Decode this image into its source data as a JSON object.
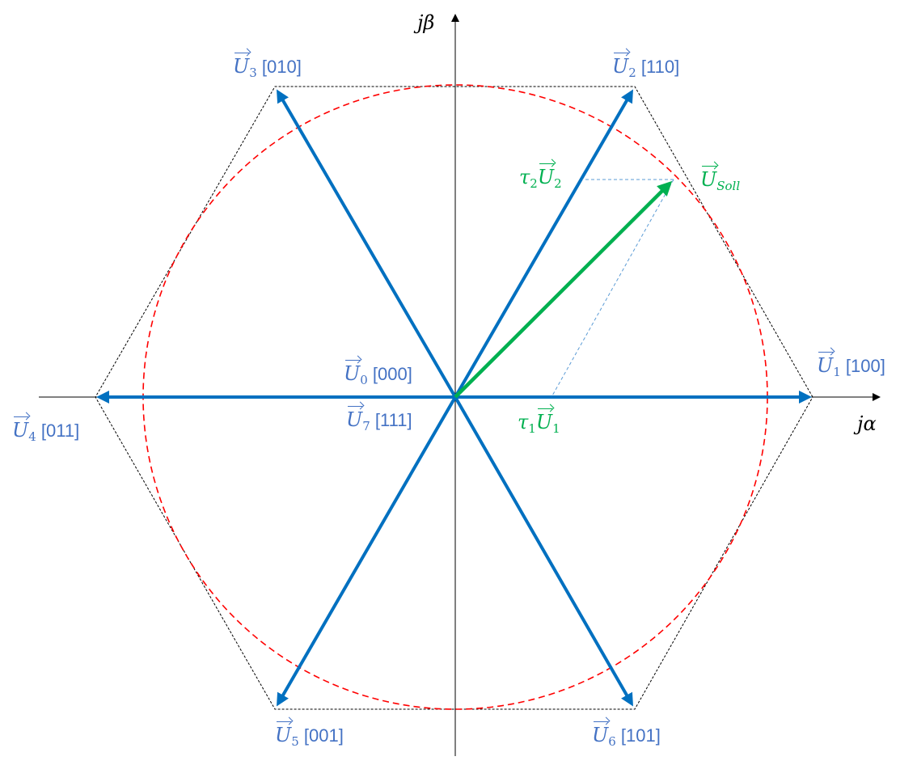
{
  "axes": {
    "vertical": "jβ",
    "horizontal": "jα"
  },
  "vectors": [
    {
      "id": "U1",
      "symbol": "U",
      "sub": "1",
      "code": "[100]"
    },
    {
      "id": "U2",
      "symbol": "U",
      "sub": "2",
      "code": "[110]"
    },
    {
      "id": "U3",
      "symbol": "U",
      "sub": "3",
      "code": "[010]"
    },
    {
      "id": "U4",
      "symbol": "U",
      "sub": "4",
      "code": "[011]"
    },
    {
      "id": "U5",
      "symbol": "U",
      "sub": "5",
      "code": "[001]"
    },
    {
      "id": "U6",
      "symbol": "U",
      "sub": "6",
      "code": "[101]"
    },
    {
      "id": "U0",
      "symbol": "U",
      "sub": "0",
      "code": "[000]"
    },
    {
      "id": "U7",
      "symbol": "U",
      "sub": "7",
      "code": "[111]"
    }
  ],
  "reference": {
    "symbol": "U",
    "sub": "Soll"
  },
  "components": [
    {
      "coef": "τ",
      "coef_sub": "1",
      "symbol": "U",
      "sub": "1"
    },
    {
      "coef": "τ",
      "coef_sub": "2",
      "symbol": "U",
      "sub": "2"
    }
  ],
  "colors": {
    "active_vector": "#0070C0",
    "label": "#4472C4",
    "reference": "#00B050",
    "circle": "#FF0000",
    "hexagon": "#000000"
  }
}
